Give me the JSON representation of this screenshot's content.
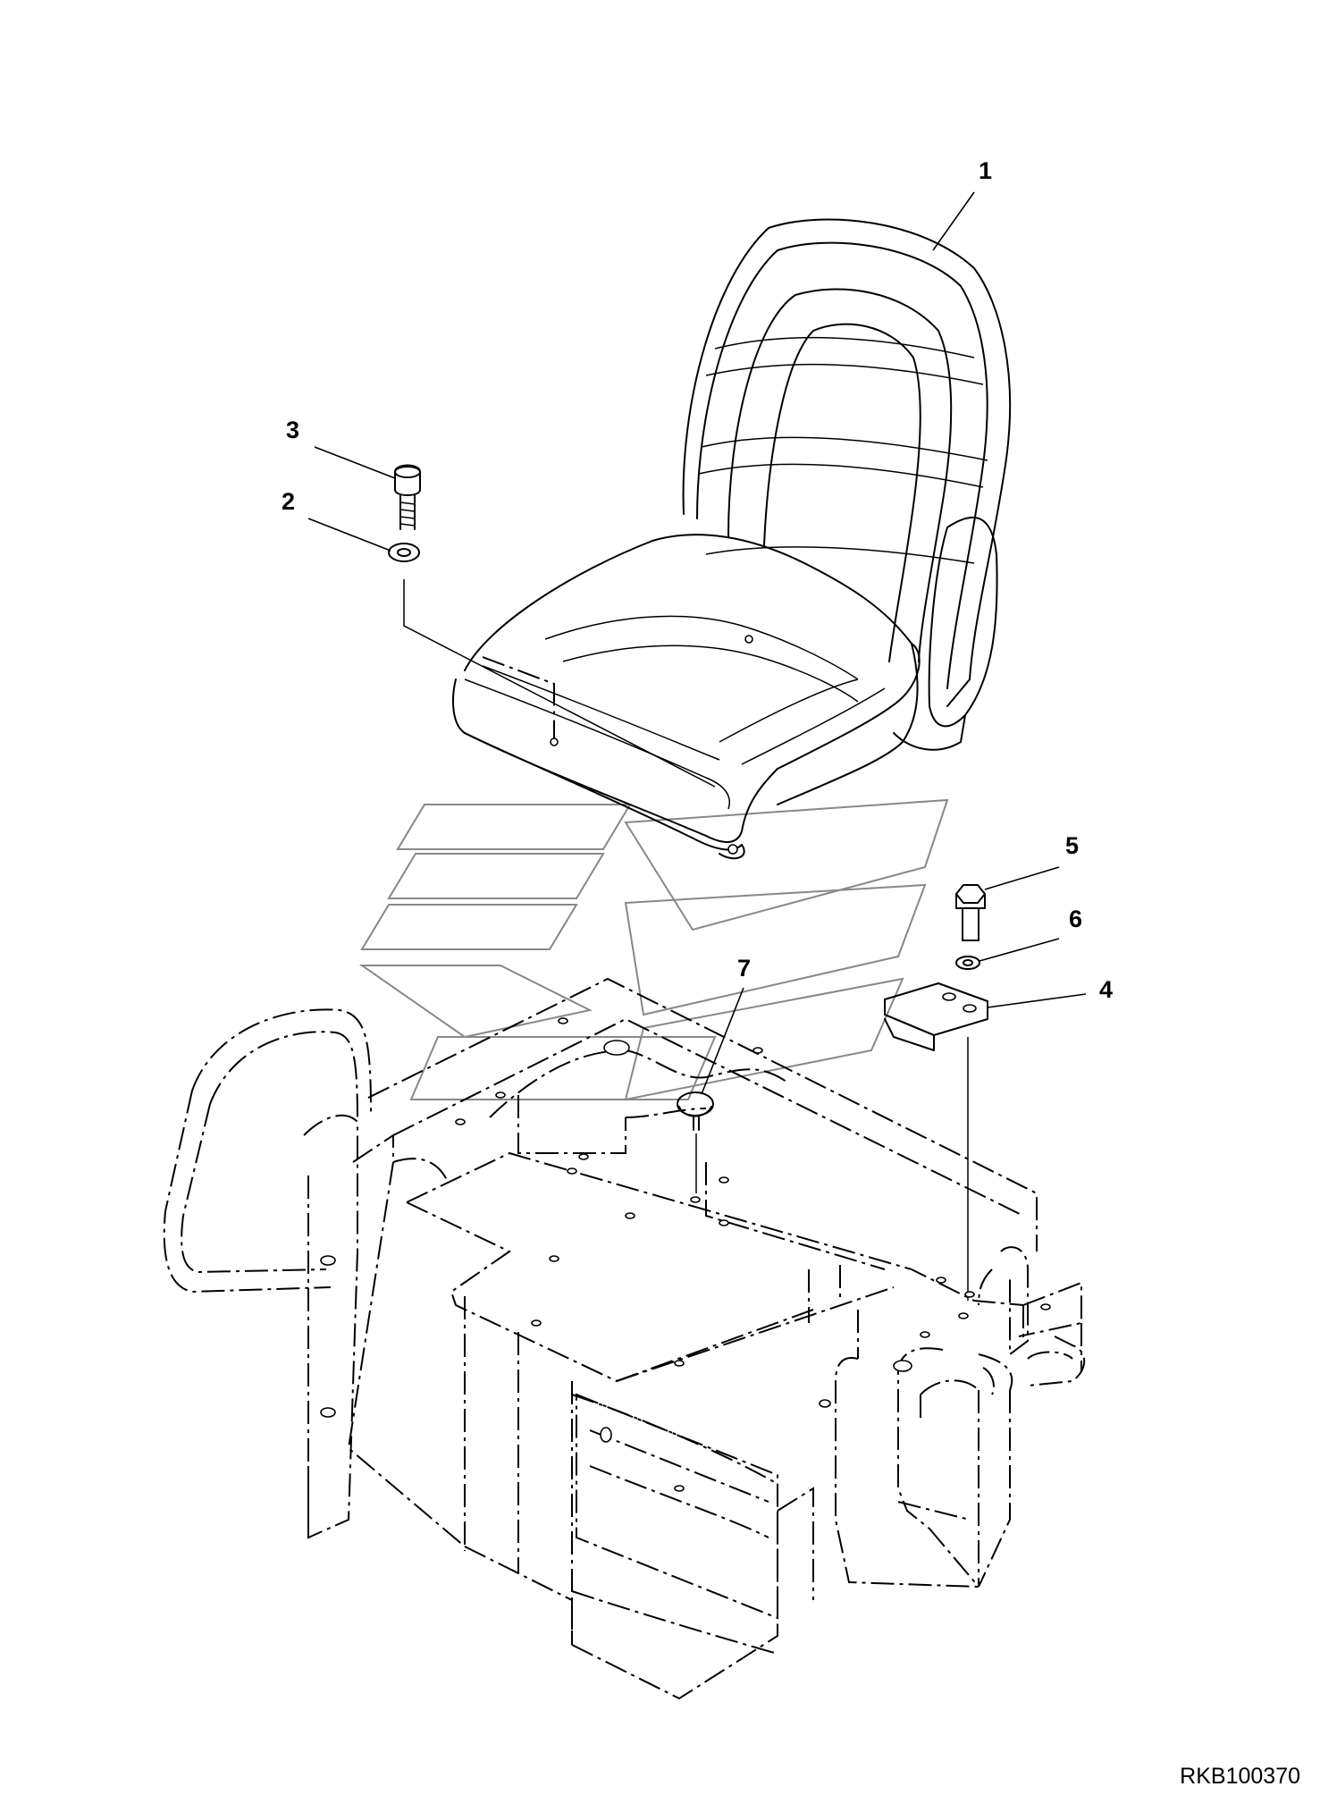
{
  "drawing": {
    "reference_code": "RKB100370",
    "callouts": [
      {
        "number": "1",
        "part": "seat"
      },
      {
        "number": "2",
        "part": "washer"
      },
      {
        "number": "3",
        "part": "socket-head-screw"
      },
      {
        "number": "4",
        "part": "bracket"
      },
      {
        "number": "5",
        "part": "hex-bolt"
      },
      {
        "number": "6",
        "part": "washer"
      },
      {
        "number": "7",
        "part": "plug"
      }
    ]
  }
}
